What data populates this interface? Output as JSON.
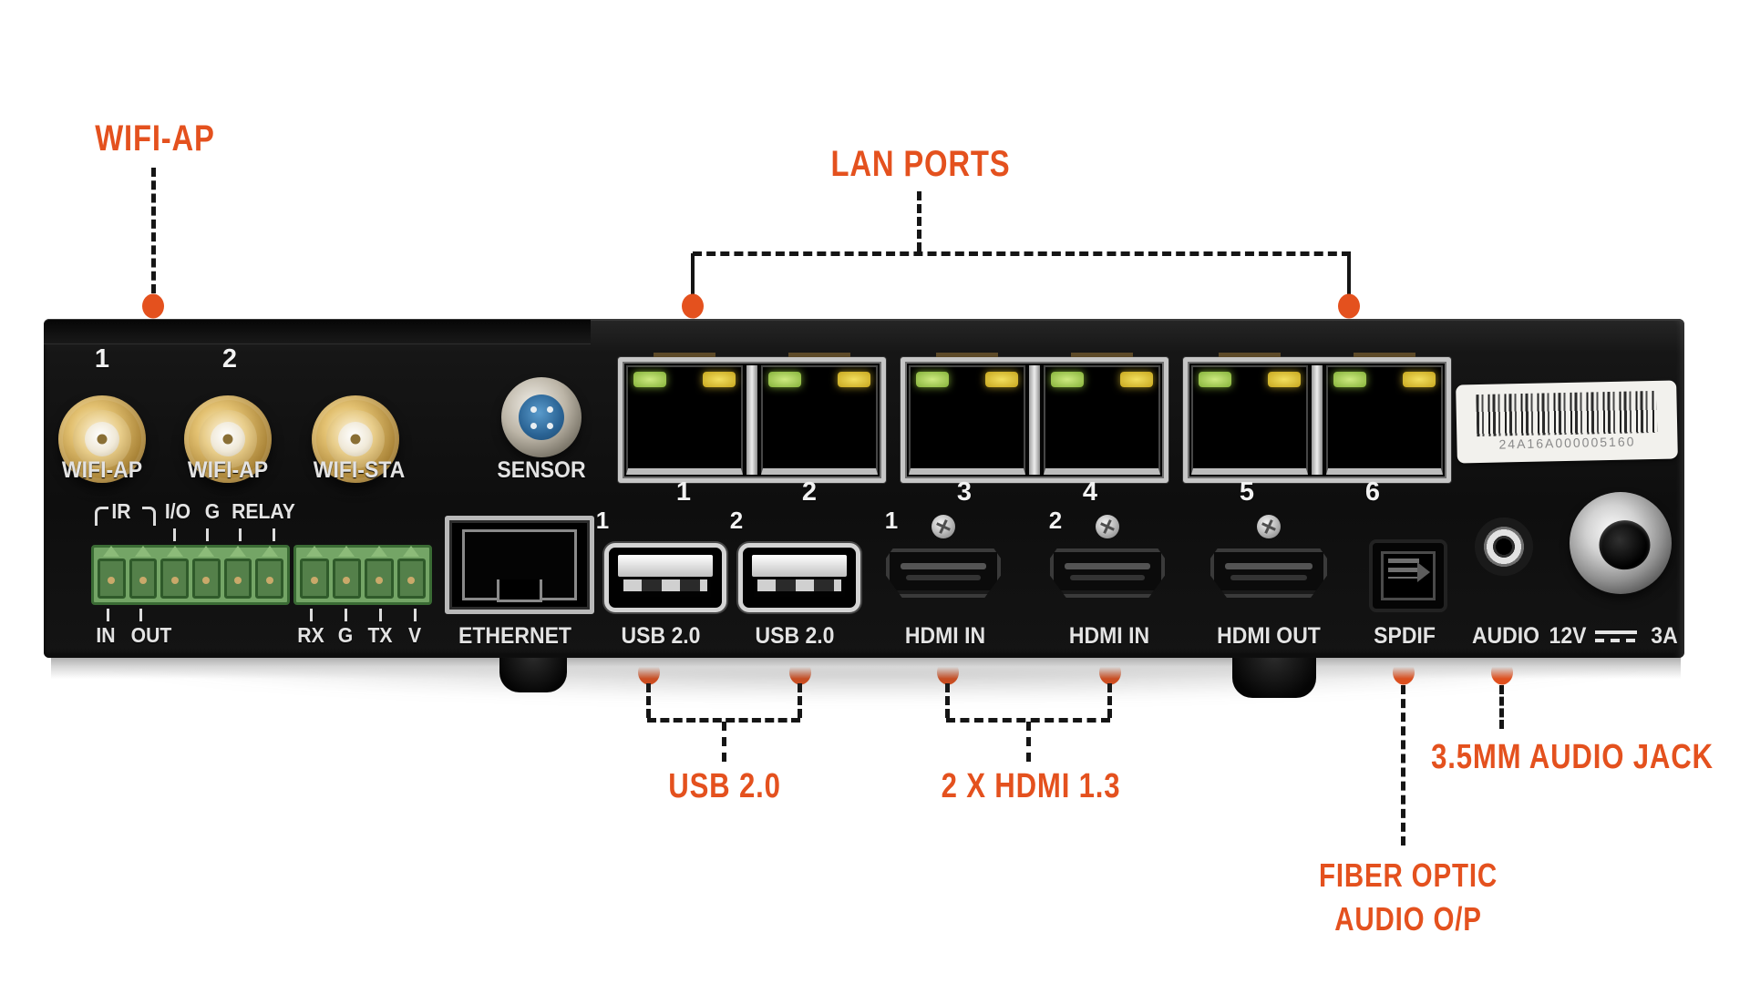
{
  "colors": {
    "accent": "#E4511E",
    "line": "#151515",
    "panel_label": "#E3E3E3"
  },
  "annotations": {
    "wifi_ap": "WIFI-AP",
    "lan_ports": "LAN PORTS",
    "usb": "USB 2.0",
    "hdmi": "2 X HDMI 1.3",
    "fiber_line1": "FIBER OPTIC",
    "fiber_line2": "AUDIO O/P",
    "audio_jack": "3.5MM AUDIO JACK"
  },
  "device": {
    "antenna_numbers": [
      "1",
      "2"
    ],
    "antenna_labels": [
      "WIFI-AP",
      "WIFI-AP",
      "WIFI-STA"
    ],
    "sensor_label": "SENSOR",
    "lan_numbers": [
      "1",
      "2",
      "3",
      "4",
      "5",
      "6"
    ],
    "barcode": "24A16A000005160",
    "terminal": {
      "ir": "IR",
      "io_labels": [
        "I/O",
        "G",
        "RELAY"
      ],
      "in_out": [
        "IN",
        "OUT"
      ],
      "serial": [
        "RX",
        "G",
        "TX",
        "V"
      ]
    },
    "ethernet": "ETHERNET",
    "usb_numbers": [
      "1",
      "2"
    ],
    "usb_labels": [
      "USB 2.0",
      "USB 2.0"
    ],
    "hdmi_numbers": [
      "1",
      "2"
    ],
    "hdmi_labels": [
      "HDMI IN",
      "HDMI IN",
      "HDMI OUT"
    ],
    "spdif": "SPDIF",
    "audio": "AUDIO",
    "power_volts": "12V",
    "power_amps": "3A"
  }
}
